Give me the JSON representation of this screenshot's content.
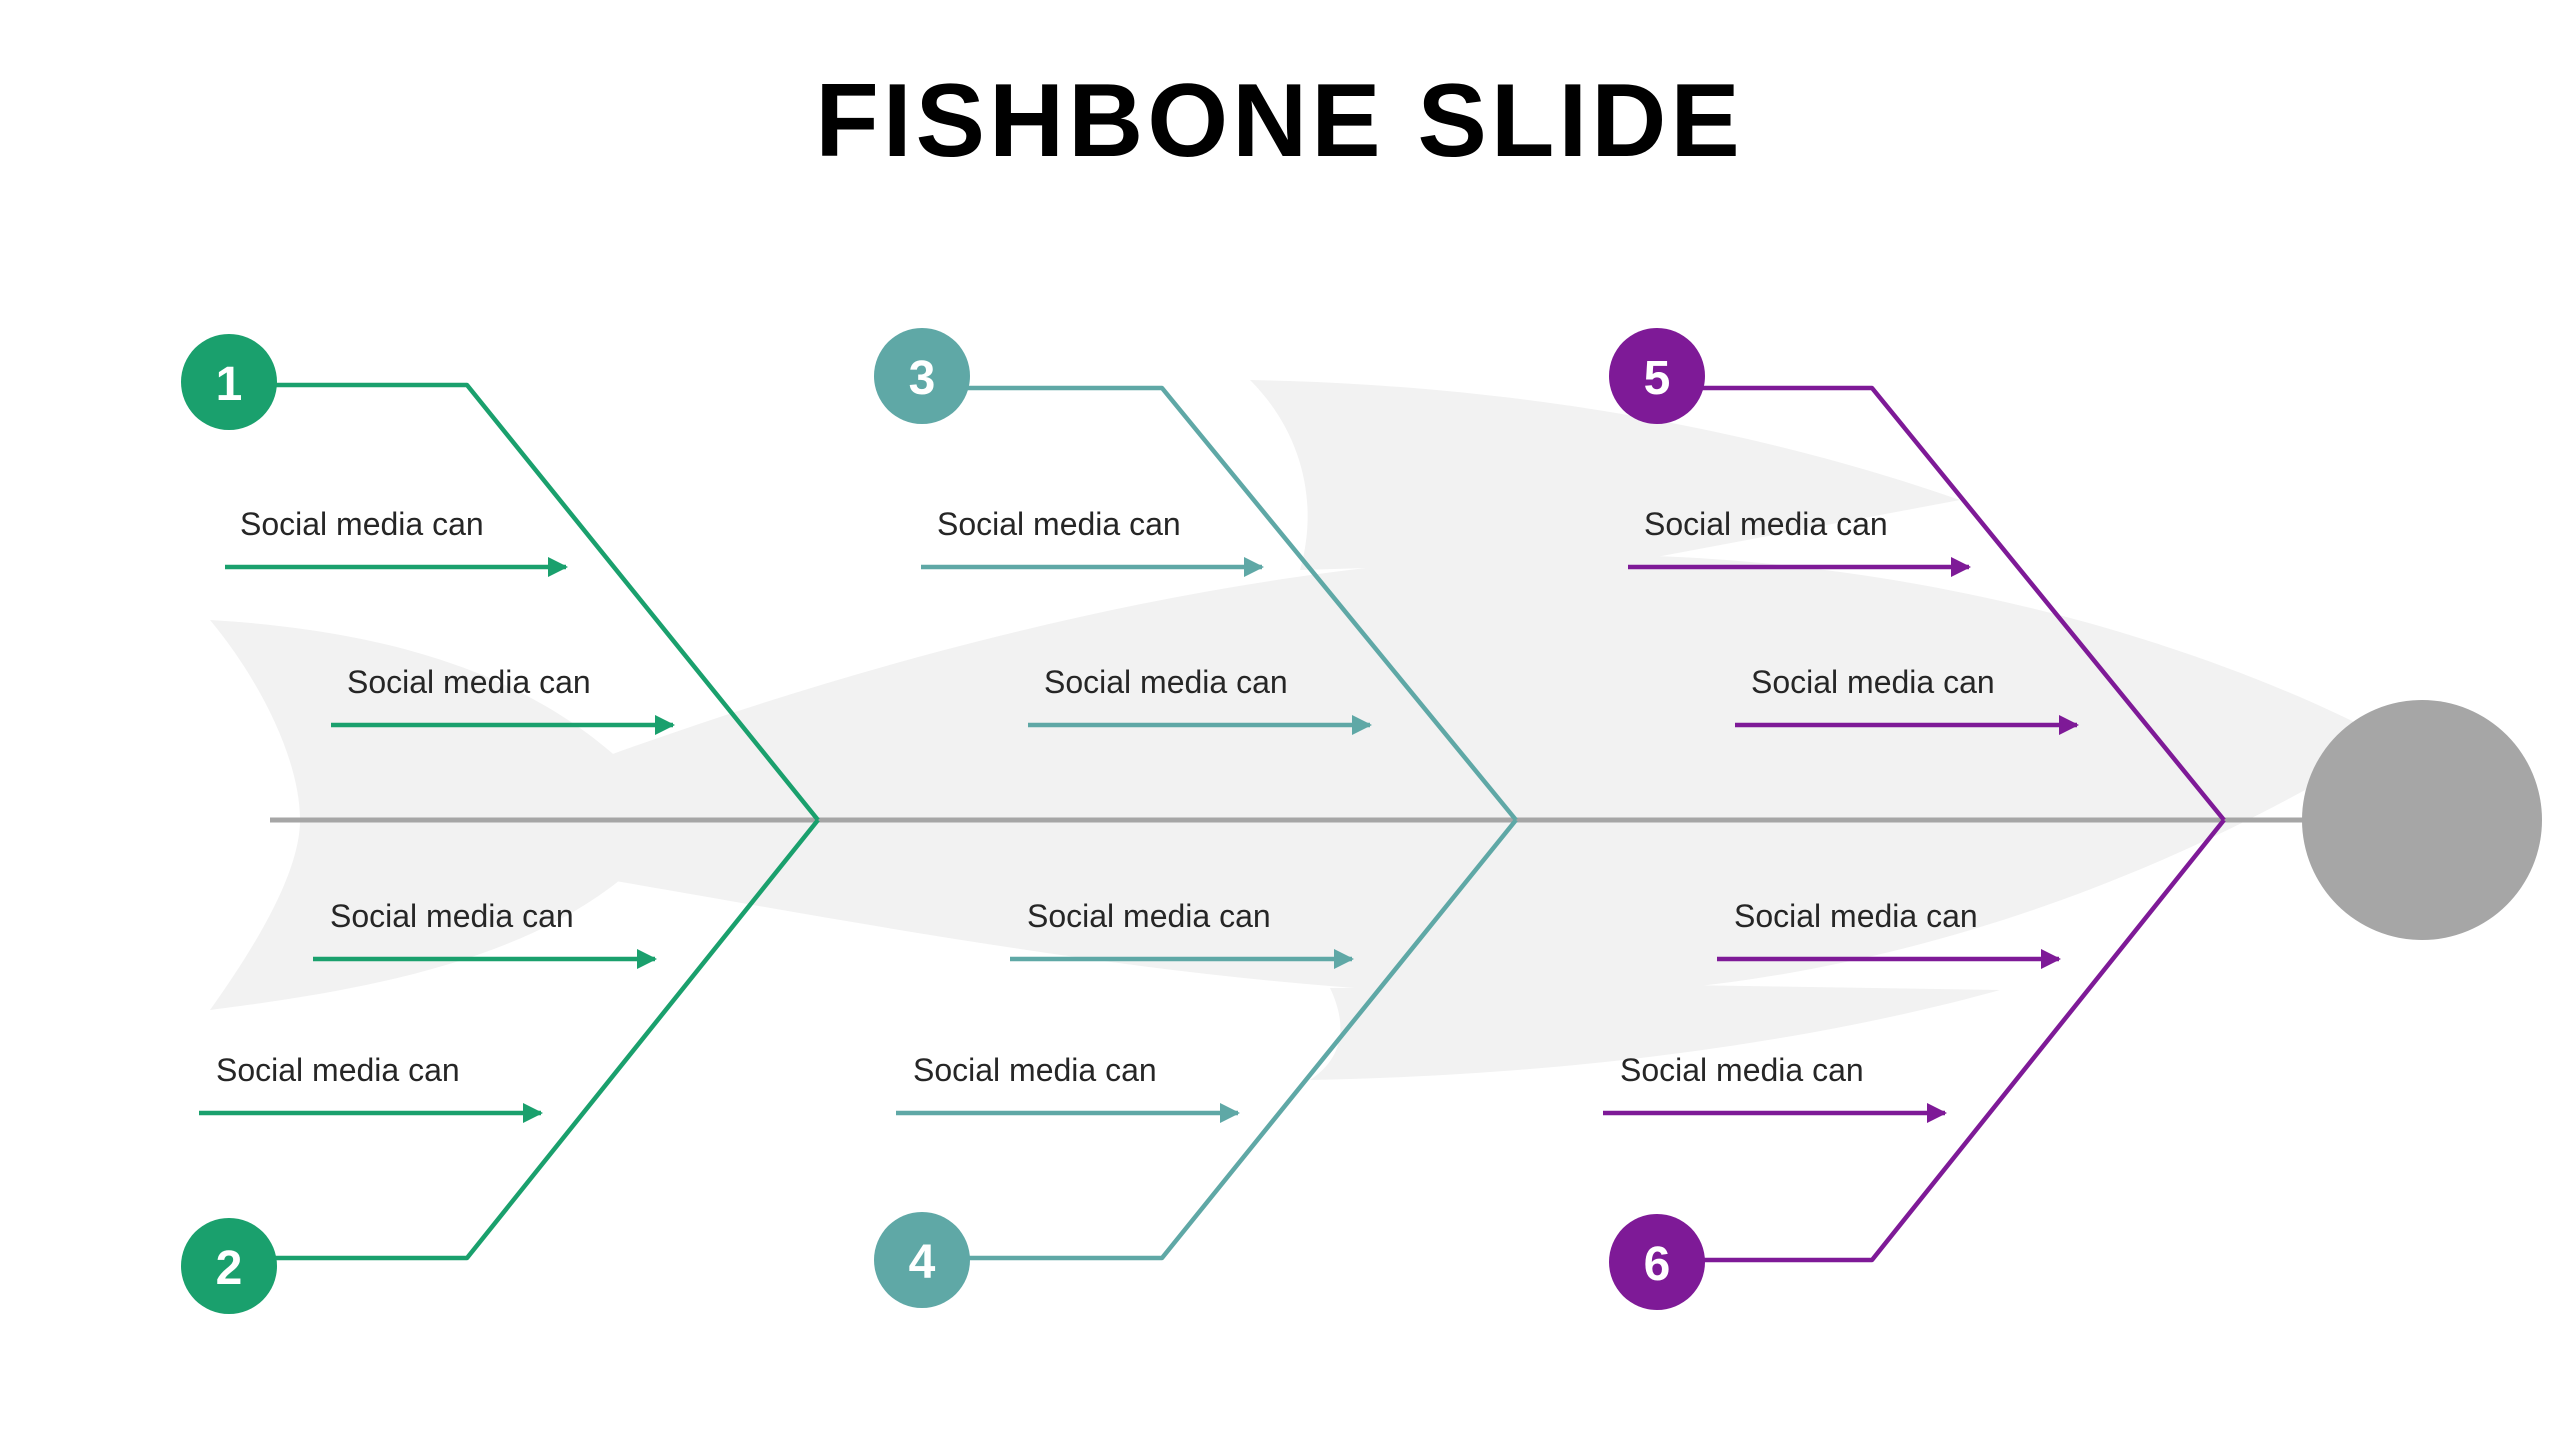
{
  "title": "FISHBONE SLIDE",
  "colors": {
    "green": "#1aa06d",
    "teal": "#5fa8a6",
    "purple": "#7e1a97",
    "spine": "#a6a6a6",
    "head": "#a6a6a6",
    "fish_silhouette": "#f2f2f2",
    "text": "#262626",
    "background": "#ffffff"
  },
  "bones": [
    {
      "color_key": "green",
      "top": {
        "number": "1",
        "items": [
          "Social media can",
          "Social media can"
        ]
      },
      "bottom": {
        "number": "2",
        "items": [
          "Social media can",
          "Social media can"
        ]
      }
    },
    {
      "color_key": "teal",
      "top": {
        "number": "3",
        "items": [
          "Social media can",
          "Social media can"
        ]
      },
      "bottom": {
        "number": "4",
        "items": [
          "Social media can",
          "Social media can"
        ]
      }
    },
    {
      "color_key": "purple",
      "top": {
        "number": "5",
        "items": [
          "Social media can",
          "Social media can"
        ]
      },
      "bottom": {
        "number": "6",
        "items": [
          "Social media can",
          "Social media can"
        ]
      }
    }
  ]
}
